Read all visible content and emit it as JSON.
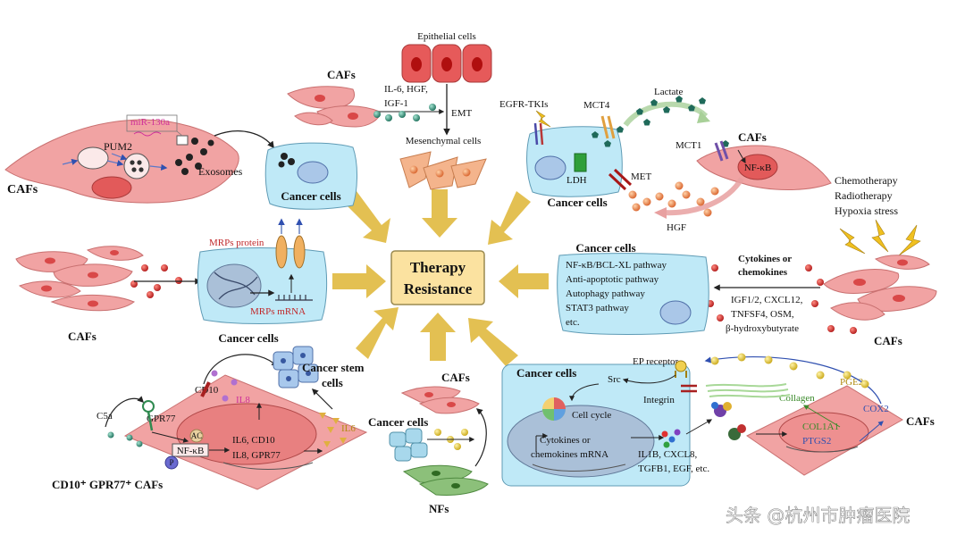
{
  "center": {
    "line1": "Therapy",
    "line2": "Resistance"
  },
  "top_left": {
    "cafs_label": "CAFs",
    "mirna": "miR-130a",
    "pum2": "PUM2",
    "exosomes": "Exosomes",
    "cancer_cells": "Cancer cells",
    "cafs_top": "CAFs"
  },
  "top_center": {
    "epithelial": "Epithelial  cells",
    "factors_line1": "IL-6, HGF,",
    "factors_line2": "IGF-1",
    "emt": "EMT",
    "mesenchymal": "Mesenchymal  cells"
  },
  "top_right": {
    "egfr_tkis": "EGFR-TKIs",
    "lactate": "Lactate",
    "mct4": "MCT4",
    "mct1": "MCT1",
    "cafs": "CAFs",
    "nfkb": "NF-κB",
    "ldh": "LDH",
    "met": "MET",
    "cancer_cells": "Cancer cells",
    "hgf": "HGF"
  },
  "right_middle": {
    "stress_1": "Chemotherapy",
    "stress_2": "Radiotherapy",
    "stress_3": "Hypoxia stress",
    "cancer_cells": "Cancer cells",
    "pathways": [
      "NF-κB/BCL-XL pathway",
      "Anti-apoptotic  pathway",
      "Autophagy  pathway",
      "STAT3 pathway",
      "etc."
    ],
    "cytokines_1": "Cytokines or",
    "cytokines_2": "chemokines",
    "factors_1": "IGF1/2, CXCL12,",
    "factors_2": "TNFSF4, OSM,",
    "factors_3": "β-hydroxybutyrate",
    "cafs": "CAFs"
  },
  "left_middle": {
    "mrps_protein": "MRPs protein",
    "mrps_mrna": "MRPs mRNA",
    "cafs": "CAFs",
    "cancer_cells": "Cancer cells"
  },
  "bottom_left": {
    "cancer_stem_1": "Cancer stem",
    "cancer_stem_2": "cells",
    "cd10": "CD10",
    "il8": "IL8",
    "c5a": "C5a",
    "gpr77": "GPR77",
    "ac": "AC",
    "nfkb": "NF-κB",
    "p": "P",
    "genes_1": "IL6, CD10",
    "genes_2": "IL8, GPR77",
    "il6": "IL6",
    "caption": "CD10⁺ GPR77⁺ CAFs"
  },
  "bottom_center": {
    "cafs": "CAFs",
    "cancer_cells": "Cancer cells",
    "nfs": "NFs"
  },
  "bottom_right": {
    "ep_receptor": "EP receptor",
    "cancer_cells": "Cancer cells",
    "src": "Src",
    "integrin": "Integrin",
    "cell_cycle": "Cell cycle",
    "mrna_1": "Cytokines or",
    "mrna_2": "chemokines  mRNA",
    "secreted_1": "IL1B,  CXCL8,",
    "secreted_2": "TGFB1, EGF, etc.",
    "collagen": "Collagen",
    "pge2": "PGE2",
    "col1a1": "COL1A1",
    "ptgs2": "PTGS2",
    "cox2": "COX2",
    "cafs": "CAFs"
  },
  "watermark": "头条 @杭州市肿瘤医院",
  "colors": {
    "caf_pink": "#f1a3a3",
    "cancer_blue": "#bfe9f7",
    "center_box": "#fbe2a0",
    "arrow_gold": "#e3c052",
    "dot_red": "#c42a28",
    "dot_green": "#2f8f70"
  }
}
